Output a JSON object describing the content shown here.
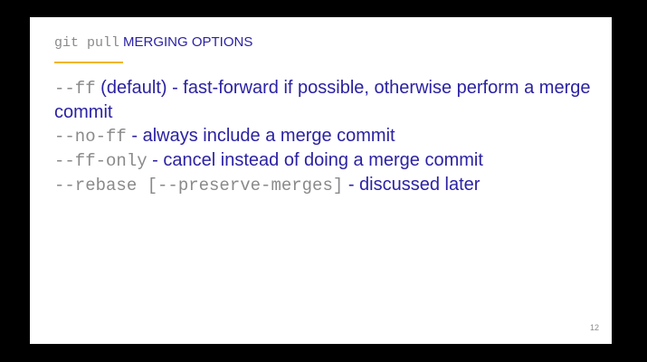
{
  "slide": {
    "title_code": "git pull",
    "title_text": "MERGING OPTIONS",
    "accent_color": "#f2b51f",
    "text_color": "#2b22a3",
    "code_color": "#8a8a8a",
    "options": [
      {
        "flag": "--ff",
        "description": " (default) - fast-forward if possible, otherwise perform a merge commit"
      },
      {
        "flag": "--no-ff",
        "description": " - always include a merge commit"
      },
      {
        "flag": "--ff-only",
        "description": " - cancel instead of doing a merge commit"
      },
      {
        "flag": "--rebase [--preserve-merges]",
        "description": " - discussed later"
      }
    ],
    "page_number": "12"
  }
}
